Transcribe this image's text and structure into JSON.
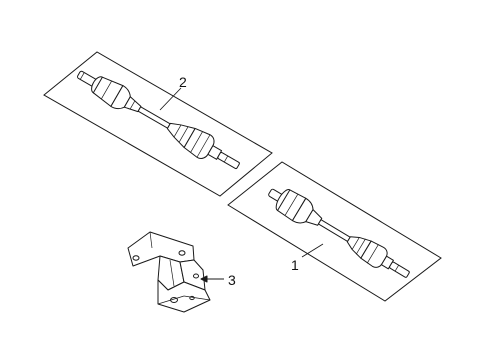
{
  "callouts": {
    "part_1": "1",
    "part_2": "2",
    "part_3": "3"
  },
  "line_color": "#1a1a1a",
  "background_color": "#ffffff"
}
